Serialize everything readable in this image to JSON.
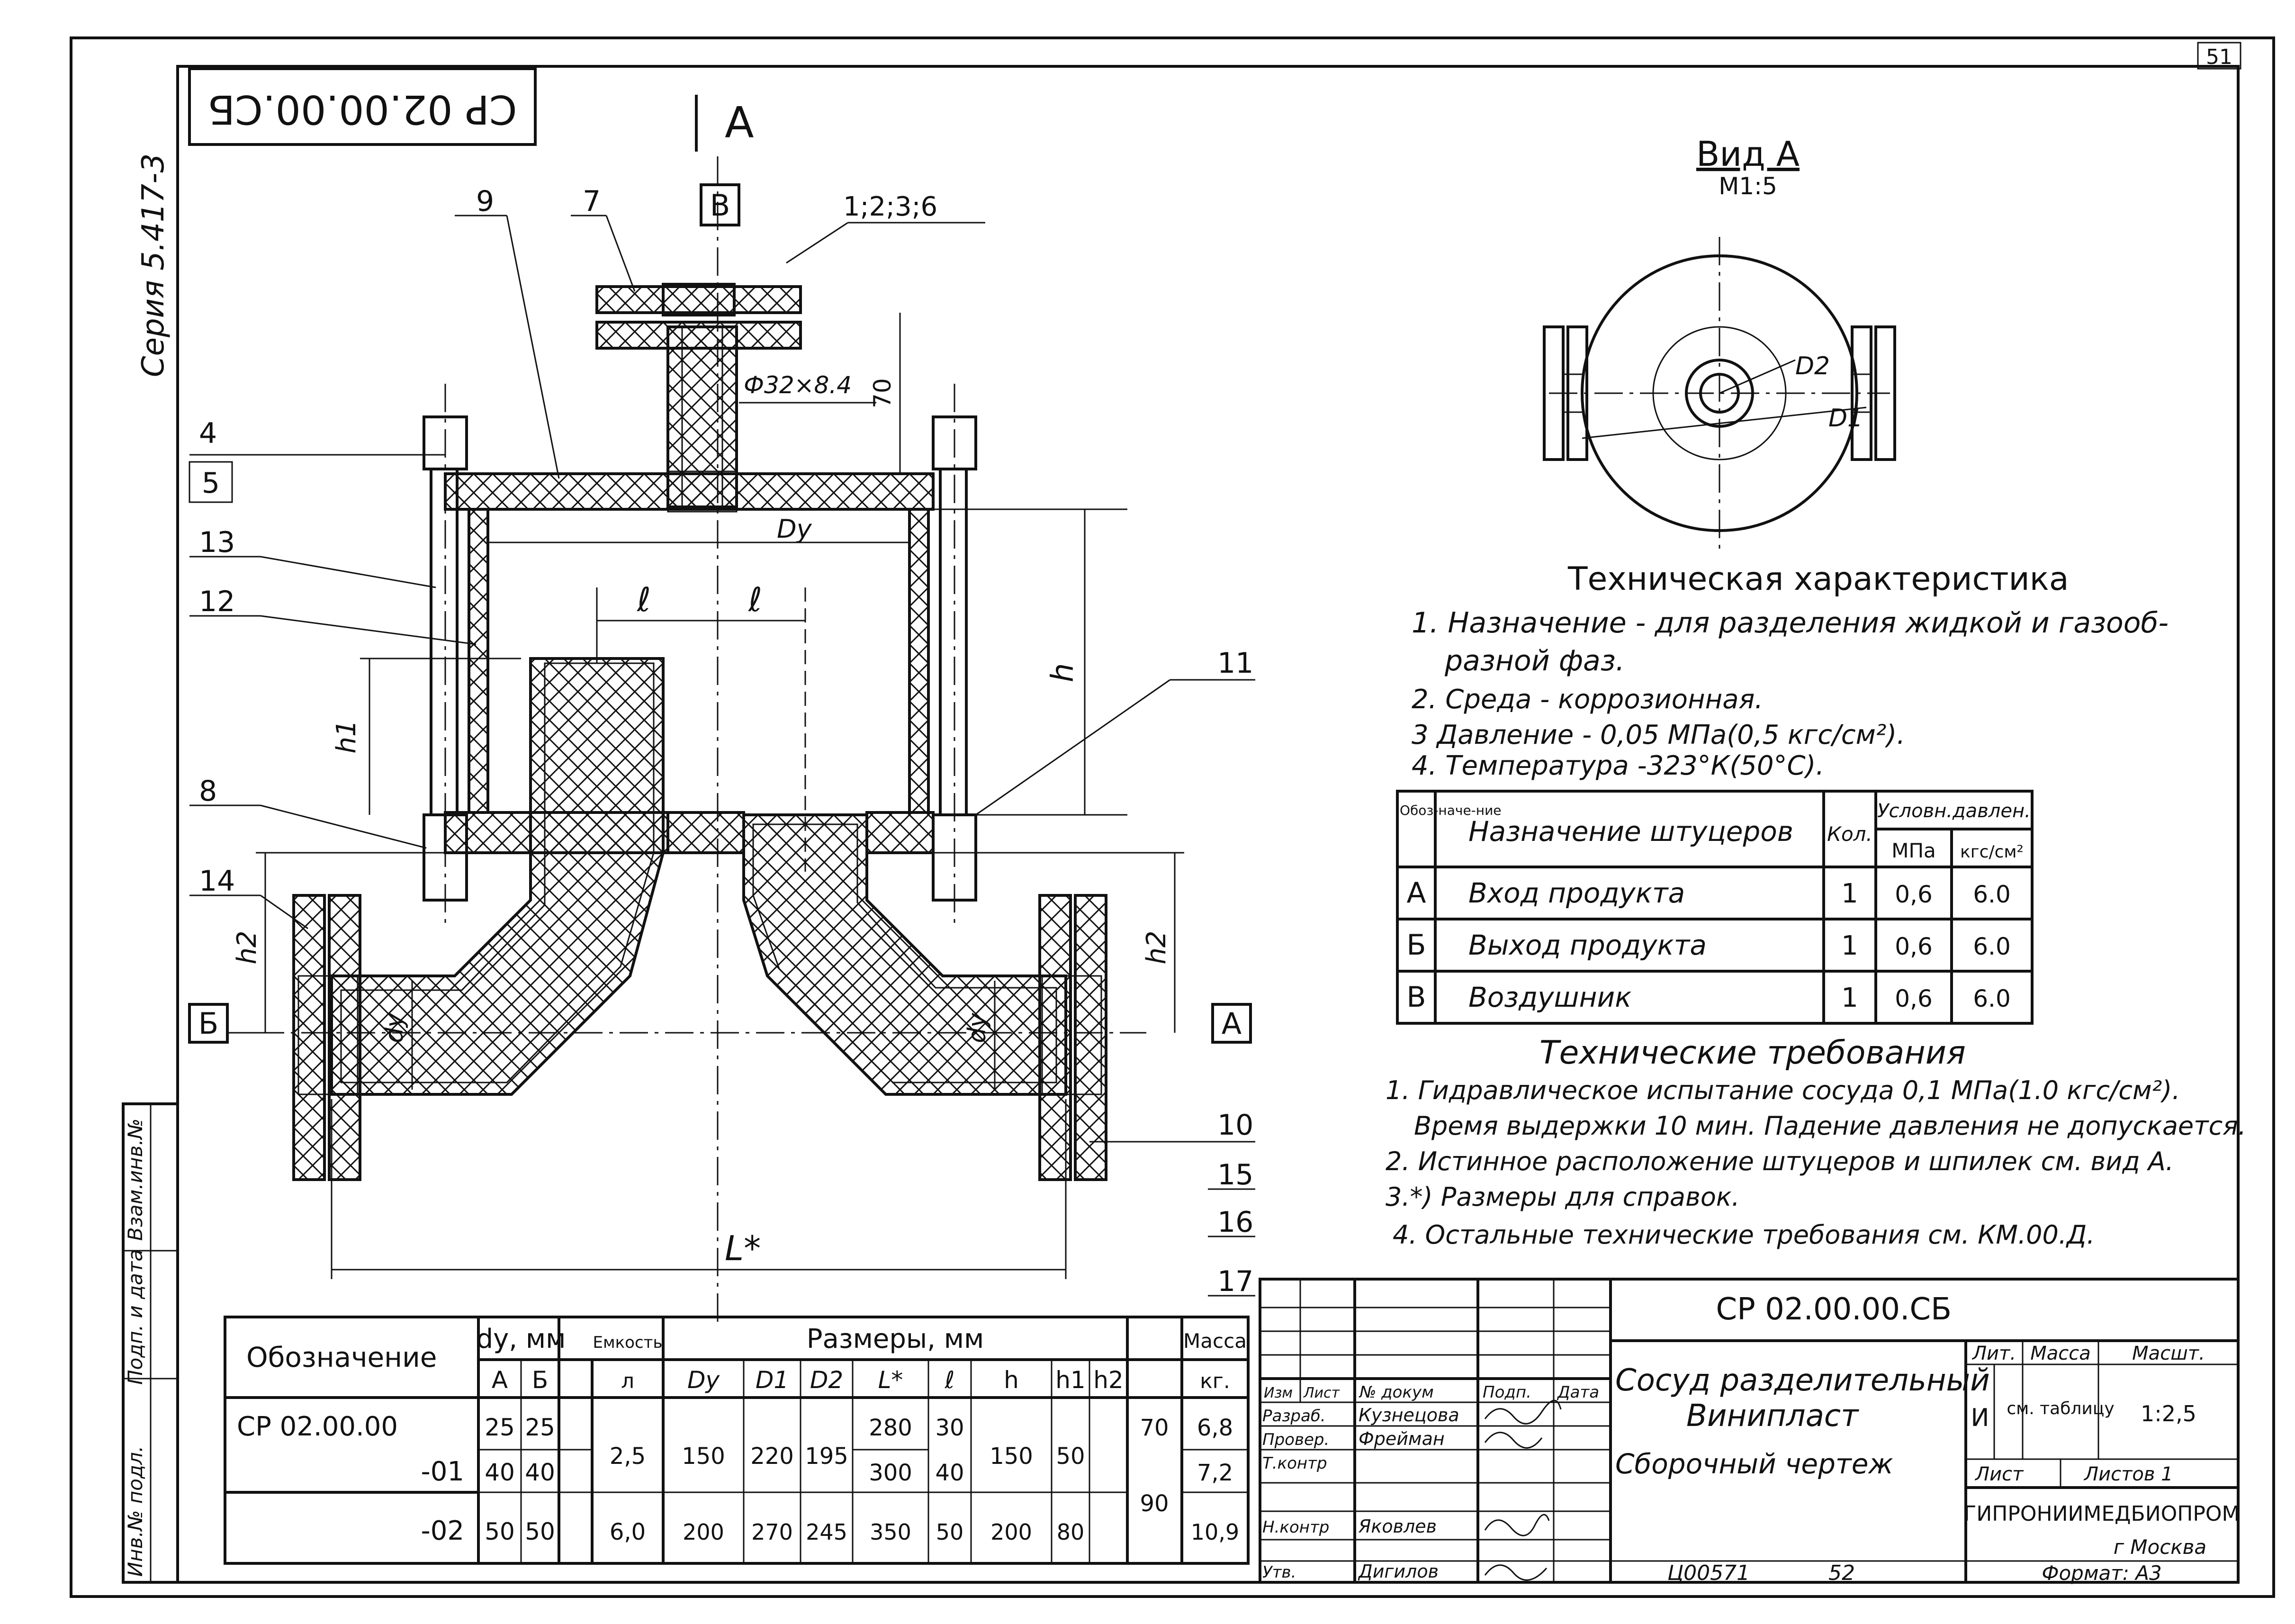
{
  "sheet": {
    "number": "51",
    "rotated_code": "СР 02.00.00.СБ",
    "series": "Серия 5.417-3",
    "bottom_code": "Ц00571",
    "bottom_page": "52"
  },
  "drawing": {
    "section_mark": "А",
    "part_labels": [
      "9",
      "7",
      "1;2;3;6",
      "4",
      "5",
      "13",
      "12",
      "8",
      "14",
      "11",
      "10",
      "15",
      "16",
      "17"
    ],
    "pipe_note": "Ф32×8.4",
    "dim_70": "70",
    "dy_upper": "Dу",
    "l1": "ℓ",
    "l2": "ℓ",
    "h": "h",
    "h1": "h1",
    "h2_left": "h2",
    "h2_right": "h2",
    "dy_small_left": "dу",
    "dy_small_right": "dу",
    "len_label": "L*",
    "box_b_top": "В",
    "box_b_left": "Б",
    "box_a_right": "А"
  },
  "view_a": {
    "title": "Вид А",
    "scale": "М1:5",
    "d1": "D1",
    "d2": "D2"
  },
  "tech_char": {
    "title": "Техническая  характеристика",
    "lines": [
      "1. Назначение - для разделения жидкой и газооб-",
      "разной фаз.",
      "2. Среда - коррозионная.",
      "3  Давление - 0,05 МПа(0,5 кгс/см²).",
      "4.  Температура -323°К(50°С)."
    ]
  },
  "nozzles": {
    "headers": {
      "mark": "Обоз-наче-ние",
      "purpose": "Назначение  штуцеров",
      "qty": "Кол.",
      "pressure": "Условн.давлен.",
      "mpa": "МПа",
      "kgs": "кгс/см²"
    },
    "rows": [
      {
        "mark": "А",
        "purpose": "Вход  продукта",
        "qty": "1",
        "mpa": "0,6",
        "kgs": "6.0"
      },
      {
        "mark": "Б",
        "purpose": "Выход  продукта",
        "qty": "1",
        "mpa": "0,6",
        "kgs": "6.0"
      },
      {
        "mark": "В",
        "purpose": "Воздушник",
        "qty": "1",
        "mpa": "0,6",
        "kgs": "6.0"
      }
    ]
  },
  "tech_req": {
    "title": "Технические  требования",
    "lines": [
      "1. Гидравлическое  испытание сосуда 0,1 МПа(1.0 кгс/см²).",
      "Время выдержки 10 мин. Падение давления не допускается.",
      "2. Истинное расположение штуцеров и шпилек см. вид А.",
      "3.*) Размеры для справок.",
      "4.  Остальные технические требования см. КМ.00.Д."
    ]
  },
  "size_table": {
    "h_designation": "Обозначение",
    "h_dy": "dу, мм",
    "h_cap": "Емкость",
    "h_sizes": "Размеры, мм",
    "h_mass": "Масса",
    "sub": [
      "А",
      "Б",
      "л",
      "Dу",
      "D1",
      "D2",
      "L*",
      "ℓ",
      "h",
      "h1",
      "h2",
      "кг."
    ],
    "row1": {
      "name": "СР 02.00.00",
      "a": "25",
      "b": "25",
      "L": "280",
      "l": "30",
      "h2": "70",
      "m": "6,8"
    },
    "row2": {
      "name": "-01",
      "a": "40",
      "b": "40",
      "L": "300",
      "l": "40",
      "m": "7,2"
    },
    "row3": {
      "name": "-02",
      "a": "50",
      "b": "50",
      "cap": "6,0",
      "dy": "200",
      "d1": "270",
      "d2": "245",
      "L": "350",
      "l": "50",
      "h": "200",
      "h1": "80",
      "m": "10,9"
    },
    "merged": {
      "cap": "2,5",
      "dy": "150",
      "d1": "220",
      "d2": "195",
      "h": "150",
      "h1": "50",
      "h2": "90"
    }
  },
  "title_block": {
    "code": "СР 02.00.00.СБ",
    "name1": "Сосуд разделительный",
    "name2": "Винипласт",
    "name3": "Сборочный  чертеж",
    "cols": [
      "Изм",
      "Лист",
      "№ докум",
      "Подп.",
      "Дата"
    ],
    "roles": [
      "Разраб.",
      "Провер.",
      "Т.контр",
      "Н.контр",
      "Утв."
    ],
    "people": [
      "Кузнецова",
      "Фрейман",
      "",
      "Яковлев",
      "Дигилов"
    ],
    "lit": "Лит.",
    "mass": "Масса",
    "scale": "Масшт.",
    "lit_val": "И",
    "mass_val": "см. таблицу",
    "scale_val": "1:2,5",
    "sheet": "Лист",
    "sheets": "Листов 1",
    "org": "ГИПРОНИИМЕДБИОПРОМ",
    "city": "г Москва",
    "format": "Формат: А3"
  },
  "side_stamp": [
    "Инв.№ подл.",
    "Подп. и дата",
    "Взам.инв.№"
  ]
}
